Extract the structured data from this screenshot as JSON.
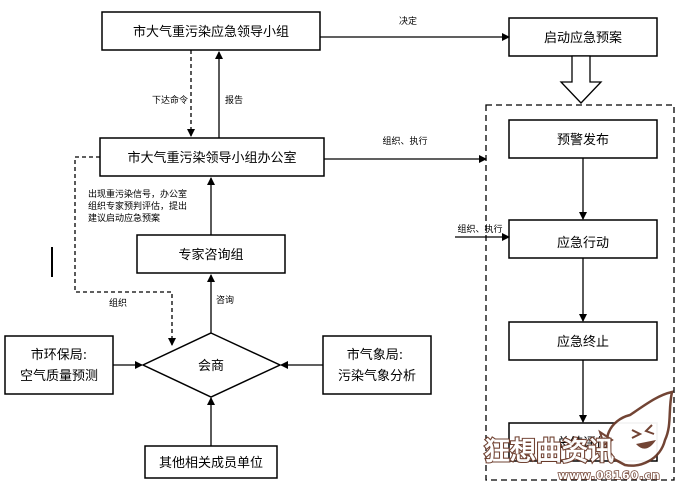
{
  "diagram": {
    "nodes": {
      "leading_group": "市大气重污染应急领导小组",
      "start_plan": "启动应急预案",
      "office": "市大气重污染领导小组办公室",
      "warning": "预警发布",
      "action": "应急行动",
      "termination": "应急终止",
      "summary": "总结评估",
      "expert_group": "专家咨询组",
      "consult": "会商",
      "env_bureau_line1": "市环保局:",
      "env_bureau_line2": "空气质量预测",
      "weather_bureau_line1": "市气象局:",
      "weather_bureau_line2": "污染气象分析",
      "other_units": "其他相关成员单位"
    },
    "labels": {
      "decide": "决定",
      "issue_order": "下达命令",
      "report": "报告",
      "organize_execute_1": "组织、执行",
      "organize_execute_2": "组织、执行",
      "organize": "组织",
      "consult_arrow": "咨询"
    },
    "note_lines": [
      "出现重污染信号，办公室",
      "组织专家预判评估，提出",
      "建议启动应急预案"
    ],
    "watermark": {
      "text": "狂想曲资讯",
      "url": "www.08160.cn"
    }
  }
}
